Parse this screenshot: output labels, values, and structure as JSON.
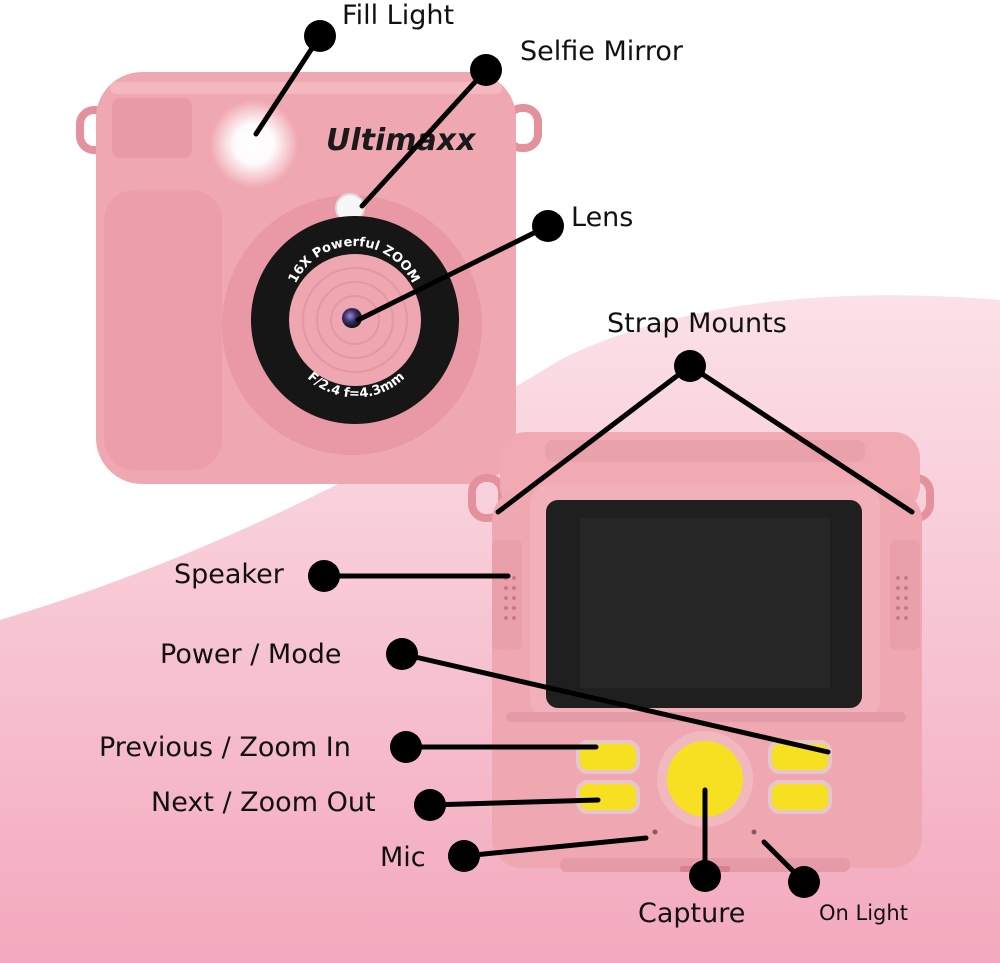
{
  "labels": {
    "fill_light": "Fill Light",
    "selfie_mirror": "Selfie Mirror",
    "lens": "Lens",
    "strap_mounts": "Strap Mounts",
    "speaker": "Speaker",
    "power_mode": "Power / Mode",
    "previous_zoom_in": "Previous / Zoom In",
    "next_zoom_out": "Next / Zoom Out",
    "mic": "Mic",
    "capture": "Capture",
    "on_light": "On Light"
  },
  "camera_front": {
    "brand": "Ultimaxx",
    "lens_ring_top": "16X Powerful ZOOM",
    "lens_ring_bottom": "F/2.4 f=4.3mm"
  },
  "colors": {
    "camera_pink": "#efa8b2",
    "camera_pink_dark": "#e2919d",
    "lens_ring": "#161616",
    "button_yellow": "#f7df22",
    "screen": "#1f1f1f",
    "background_pink": "#f7cad6",
    "marker": "#000000"
  }
}
